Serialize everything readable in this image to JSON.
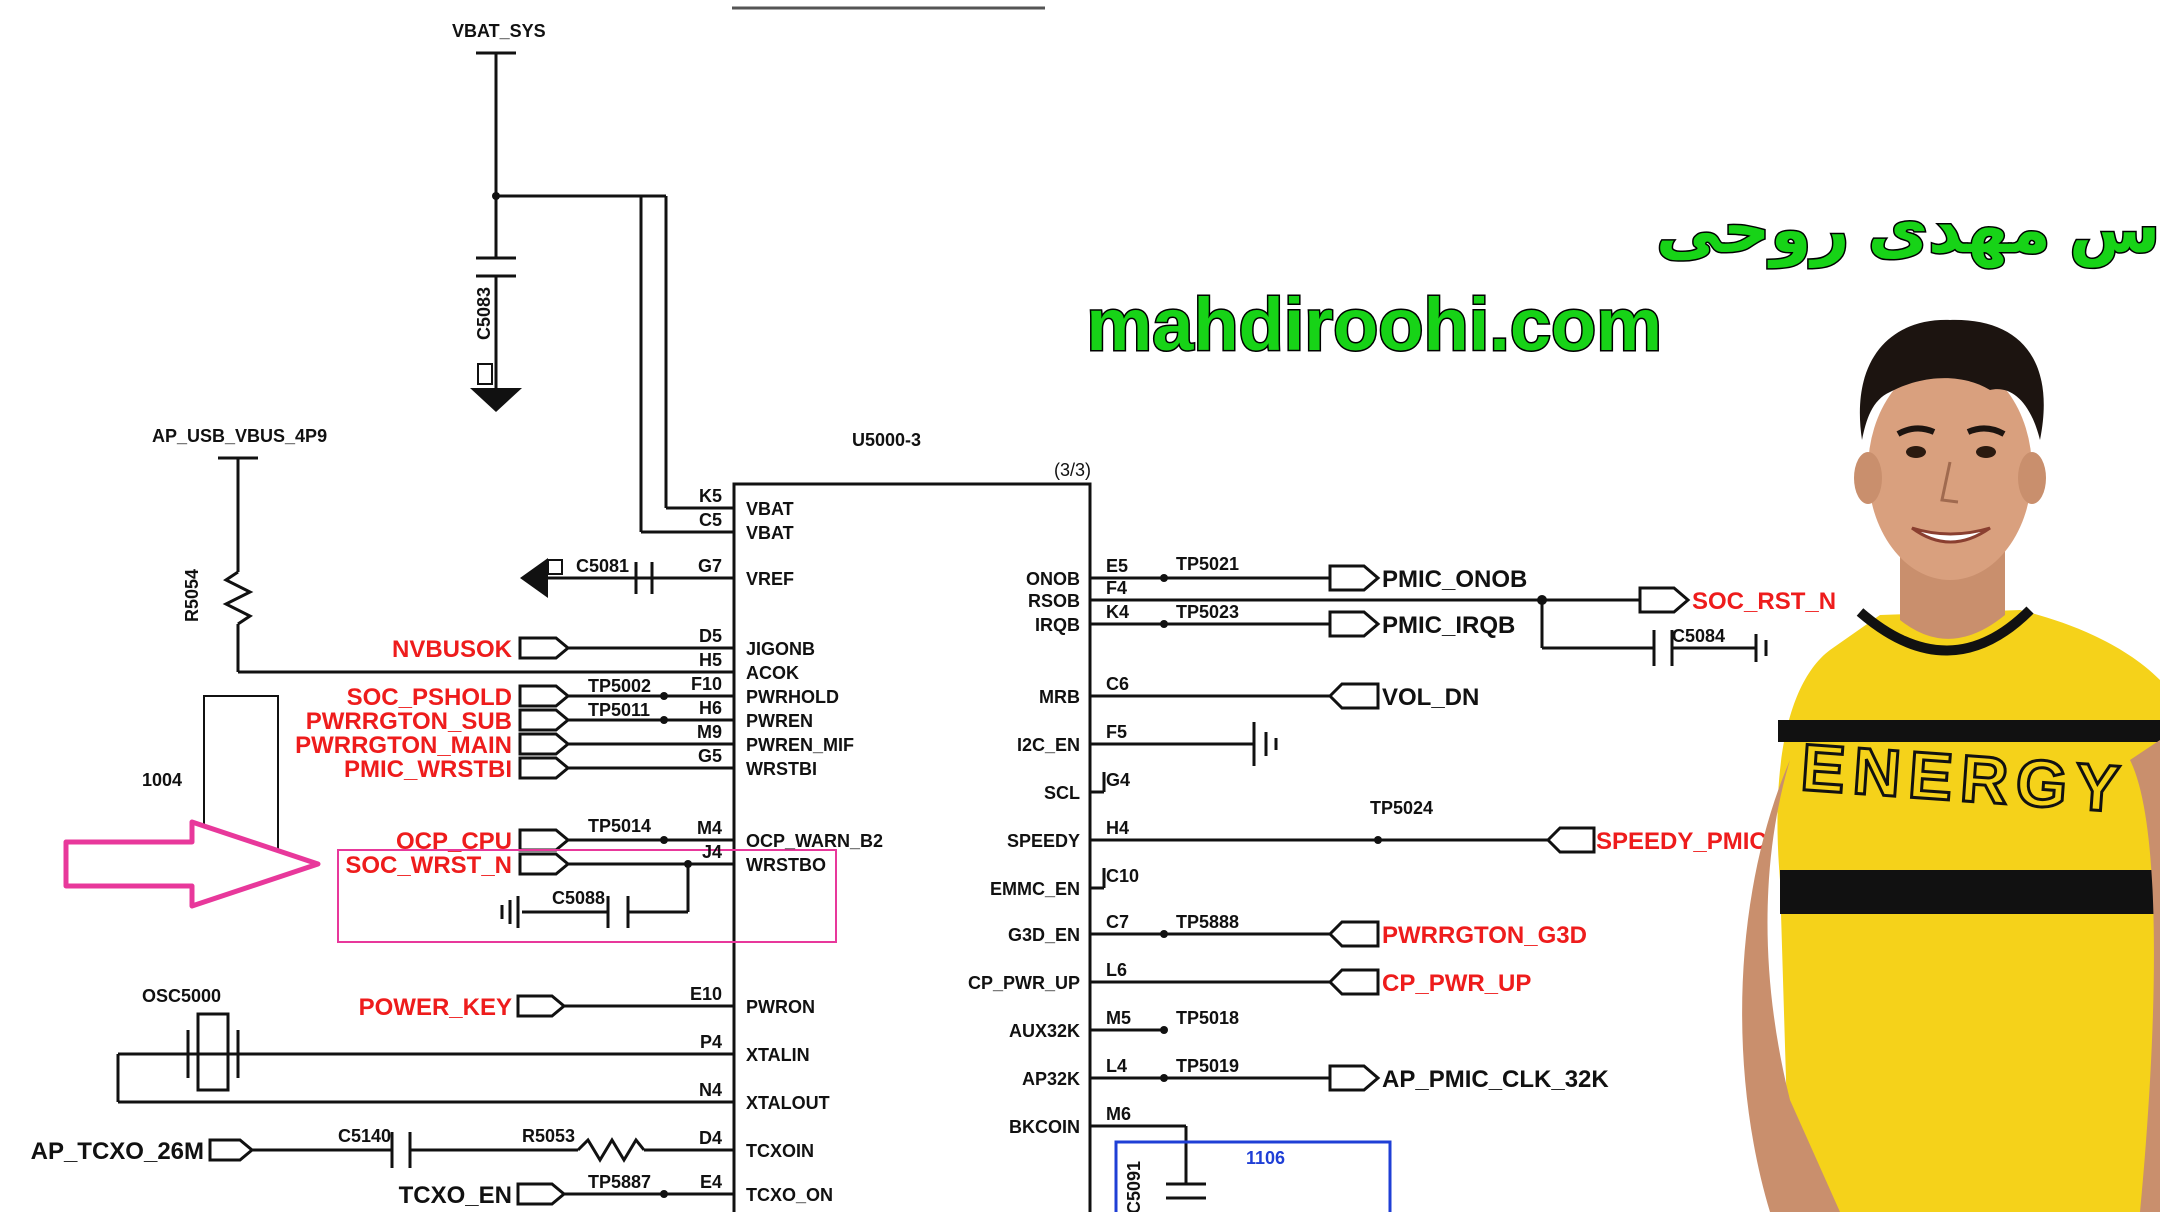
{
  "chip": {
    "name": "U5000-3",
    "page": "(3/3)"
  },
  "nets_top": {
    "vbat_sys": "VBAT_SYS",
    "ap_usb_vbus": "AP_USB_VBUS_4P9"
  },
  "components": {
    "c5083": "C5083",
    "c5081": "C5081",
    "r5054": "R5054",
    "c5084": "C5084",
    "c5088": "C5088",
    "c5140": "C5140",
    "r5053": "R5053",
    "c5091": "C5091",
    "osc5000": "OSC5000",
    "box1004": "1004",
    "box1106": "1106"
  },
  "left_pins": [
    {
      "ball": "K5",
      "name": "VBAT"
    },
    {
      "ball": "C5",
      "name": "VBAT"
    },
    {
      "ball": "G7",
      "name": "VREF"
    },
    {
      "ball": "D5",
      "name": "JIGONB"
    },
    {
      "ball": "H5",
      "name": "ACOK"
    },
    {
      "ball": "F10",
      "name": "PWRHOLD"
    },
    {
      "ball": "H6",
      "name": "PWREN"
    },
    {
      "ball": "M9",
      "name": "PWREN_MIF"
    },
    {
      "ball": "G5",
      "name": "WRSTBI"
    },
    {
      "ball": "M4",
      "name": "OCP_WARN_B2"
    },
    {
      "ball": "J4",
      "name": "WRSTBO"
    },
    {
      "ball": "E10",
      "name": "PWRON"
    },
    {
      "ball": "P4",
      "name": "XTALIN"
    },
    {
      "ball": "N4",
      "name": "XTALOUT"
    },
    {
      "ball": "D4",
      "name": "TCXOIN"
    },
    {
      "ball": "E4",
      "name": "TCXO_ON"
    }
  ],
  "right_pins": [
    {
      "ball": "E5",
      "name": "ONOB"
    },
    {
      "ball": "F4",
      "name": "RSOB"
    },
    {
      "ball": "K4",
      "name": "IRQB"
    },
    {
      "ball": "C6",
      "name": "MRB"
    },
    {
      "ball": "F5",
      "name": "I2C_EN"
    },
    {
      "ball": "G4",
      "name": "SCL"
    },
    {
      "ball": "H4",
      "name": "SPEEDY"
    },
    {
      "ball": "C10",
      "name": "EMMC_EN"
    },
    {
      "ball": "C7",
      "name": "G3D_EN"
    },
    {
      "ball": "L6",
      "name": "CP_PWR_UP"
    },
    {
      "ball": "M5",
      "name": "AUX32K"
    },
    {
      "ball": "L4",
      "name": "AP32K"
    },
    {
      "ball": "M6",
      "name": "BKCOIN"
    }
  ],
  "test_points": {
    "tp5002": "TP5002",
    "tp5011": "TP5011",
    "tp5014": "TP5014",
    "tp5887": "TP5887",
    "tp5021": "TP5021",
    "tp5023": "TP5023",
    "tp5024": "TP5024",
    "tp5888": "TP5888",
    "tp5018": "TP5018",
    "tp5019": "TP5019"
  },
  "left_nets": {
    "nvbusok": "NVBUSOK",
    "soc_pshold": "SOC_PSHOLD",
    "pwrrgton_sub": "PWRRGTON_SUB",
    "pwrrgton_main": "PWRRGTON_MAIN",
    "pmic_wrstbi": "PMIC_WRSTBI",
    "ocp_cpu": "OCP_CPU",
    "soc_wrst_n": "SOC_WRST_N",
    "power_key": "POWER_KEY",
    "ap_tcxo_26m": "AP_TCXO_26M",
    "tcxo_en": "TCXO_EN"
  },
  "right_nets": {
    "pmic_onob": "PMIC_ONOB",
    "soc_rst_n": "SOC_RST_N",
    "pmic_irqb": "PMIC_IRQB",
    "vol_dn": "VOL_DN",
    "speedy_pmic": "SPEEDY_PMIC",
    "pwrrgton_g3d": "PWRRGTON_G3D",
    "cp_pwr_up": "CP_PWR_UP",
    "ap_pmic_clk_32k": "AP_PMIC_CLK_32K"
  },
  "watermark": {
    "persian": "مهندس مهدی روحی",
    "site": "mahdiroohi.com",
    "shirt_text": "ENERGY"
  },
  "colors": {
    "wire": "#111111",
    "net_red": "#ee1c1c",
    "highlight": "#e8389b",
    "watermark_green": "#17d317",
    "box_blue": "#1f3fd6",
    "shirt_yellow": "#f5d21a"
  }
}
